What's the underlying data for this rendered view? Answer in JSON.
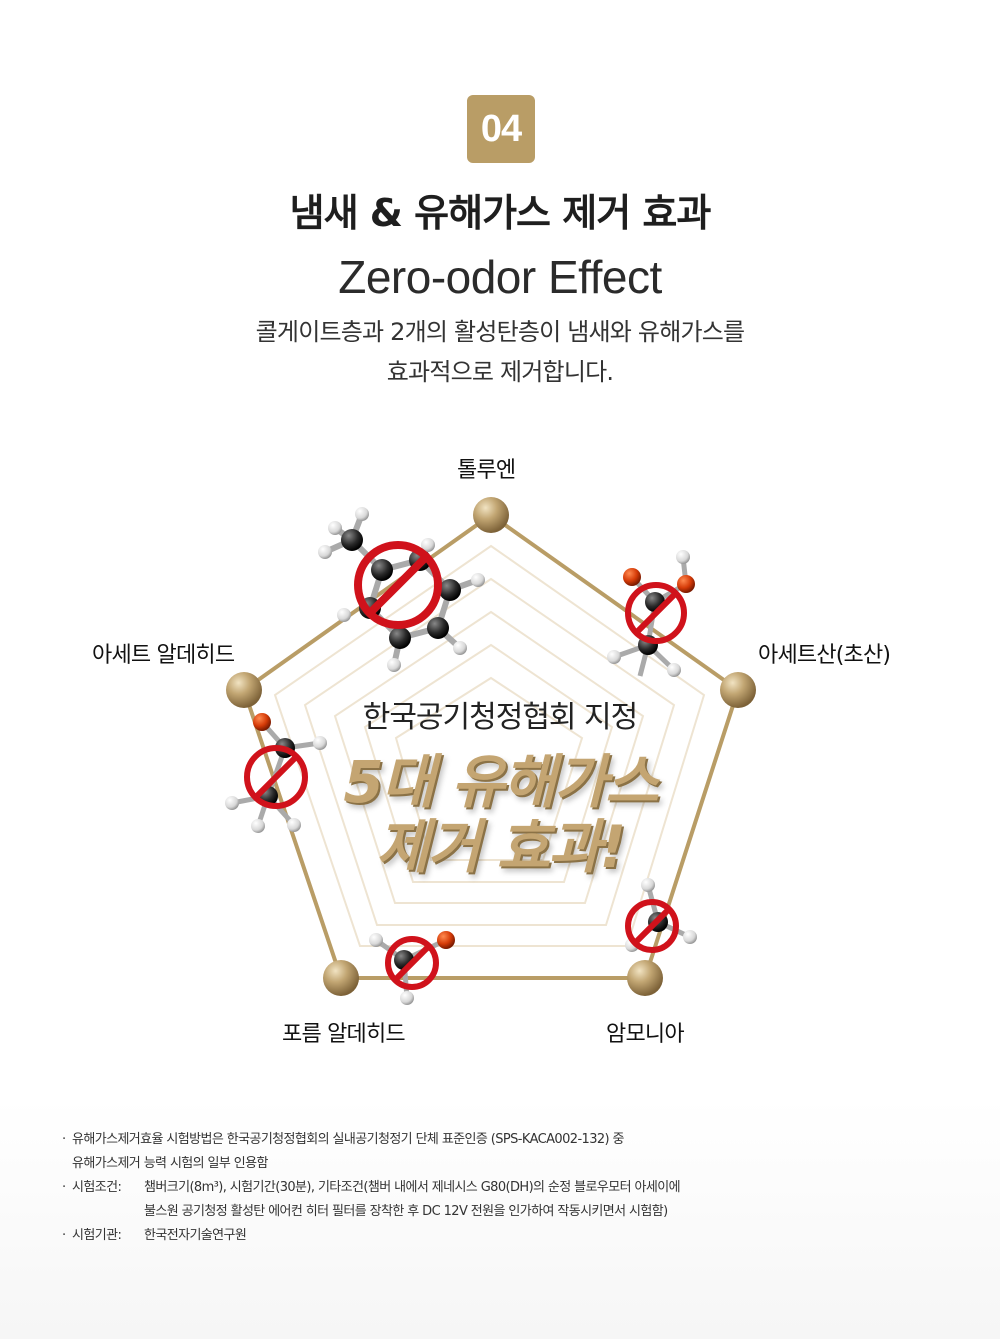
{
  "badge": {
    "number": "04"
  },
  "header": {
    "title": "냄새 & 유해가스 제거 효과",
    "subtitle_en": "Zero-odor Effect",
    "description_lines": [
      "콜게이트층과 2개의 활성탄층이 냄새와 유해가스를",
      "효과적으로 제거합니다."
    ]
  },
  "diagram": {
    "vertices": [
      {
        "label": "톨루엔"
      },
      {
        "label": "아세트산(초산)"
      },
      {
        "label": "암모니아"
      },
      {
        "label": "포름 알데히드"
      },
      {
        "label": "아세트 알데히드"
      }
    ],
    "center_small": "한국공기청정협회 지정",
    "center_big_line1": "5대 유해가스",
    "center_big_line2": "제거 효과!"
  },
  "colors": {
    "gold": "#b99d66",
    "gold_text": "#c4a572",
    "prohibit_red": "#d0121b"
  },
  "notes": [
    {
      "key": "",
      "lines": [
        "유해가스제거효율 시험방법은 한국공기청정협회의 실내공기청정기 단체 표준인증 (SPS-KACA002-132) 중",
        "유해가스제거 능력 시험의 일부 인용함"
      ]
    },
    {
      "key": "시험조건:",
      "lines": [
        "챔버크기(8m³), 시험기간(30분), 기타조건(챔버 내에서 제네시스 G80(DH)의 순정 블로우모터 아세이에",
        "불스원 공기청정 활성탄 에어컨 히터 필터를 장착한 후 DC 12V 전원을 인가하여 작동시키면서 시험함)"
      ]
    },
    {
      "key": "시험기관:",
      "lines": [
        "한국전자기술연구원"
      ]
    }
  ]
}
